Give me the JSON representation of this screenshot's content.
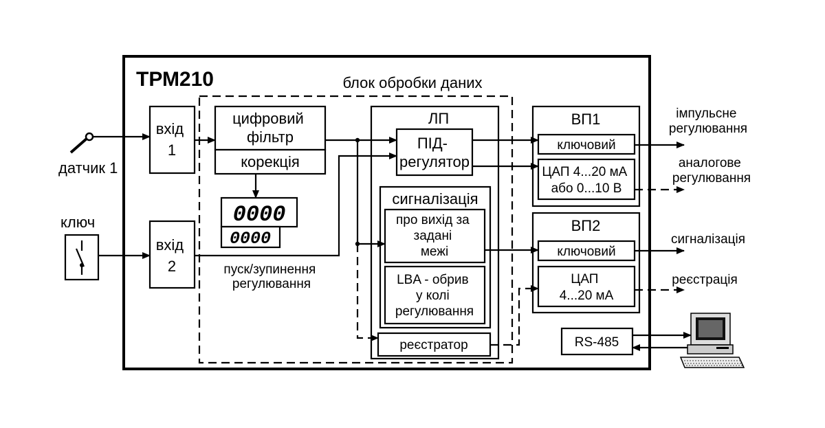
{
  "device": {
    "title": "ТРМ210",
    "processing_block": "блок обробки даних"
  },
  "inputs": {
    "sensor": "датчик 1",
    "key": "ключ",
    "input1": [
      "вхід",
      "1"
    ],
    "input2": [
      "вхід",
      "2"
    ],
    "start_stop": [
      "пуск/зупинення",
      "регулювання"
    ]
  },
  "processing": {
    "filter": [
      "цифровий",
      "фільтр"
    ],
    "correction": "корекція",
    "display_top": "0000",
    "display_bottom": "0000"
  },
  "logic": {
    "lp": "ЛП",
    "pid": [
      "ПІД-",
      "регулятор"
    ],
    "alarm": "сигналізація",
    "alarm_limits": [
      "про вихід за",
      "задані",
      "межі"
    ],
    "lba": [
      "LBA - обрив",
      "у колі",
      "регулювання"
    ],
    "recorder": "реєстратор"
  },
  "outputs": {
    "vp1": "ВП1",
    "vp1_key": "ключовий",
    "vp1_dac": [
      "ЦАП 4...20 мА",
      "або 0...10 В"
    ],
    "vp2": "ВП2",
    "vp2_key": "ключовий",
    "vp2_dac": [
      "ЦАП",
      "4...20 мА"
    ],
    "rs485": "RS-485"
  },
  "signals": {
    "pulse": [
      "імпульсне",
      "регулювання"
    ],
    "analog": [
      "аналогове",
      "регулювання"
    ],
    "alarm": "сигналізація",
    "registration": "реєстрація"
  },
  "icons": [
    "switch-icon",
    "sensor-icon",
    "computer-icon",
    "seven-segment-display"
  ]
}
